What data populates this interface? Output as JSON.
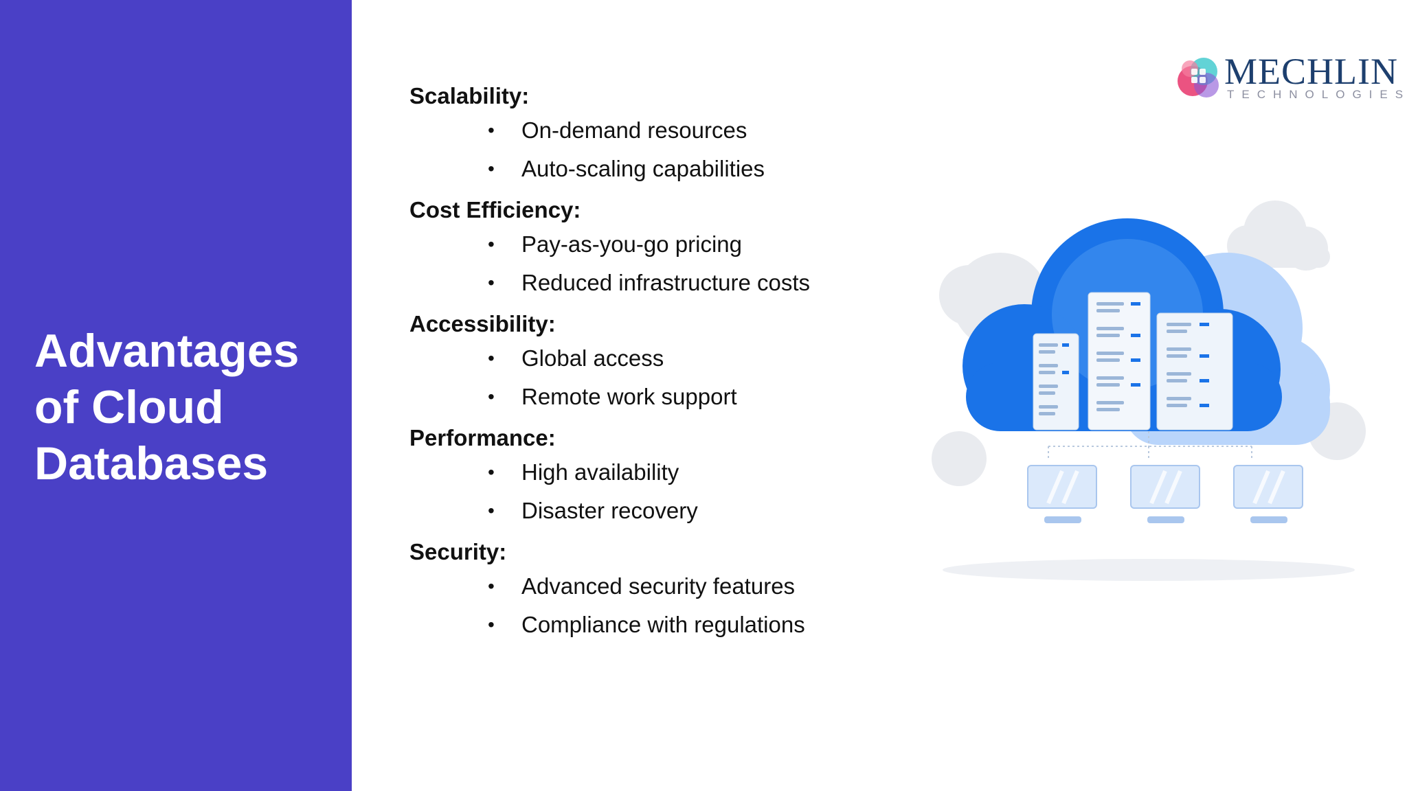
{
  "slide": {
    "title_lines": [
      "Advantages",
      "of Cloud",
      "Databases"
    ]
  },
  "logo": {
    "wordmark": "MECHLIN",
    "subtitle": "TECHNOLOGIES"
  },
  "sections": [
    {
      "heading": "Scalability:",
      "items": [
        "On-demand resources",
        "Auto-scaling capabilities"
      ]
    },
    {
      "heading": "Cost Efficiency:",
      "items": [
        "Pay-as-you-go pricing",
        "Reduced infrastructure costs"
      ]
    },
    {
      "heading": "Accessibility:",
      "items": [
        "Global access",
        "Remote work support"
      ]
    },
    {
      "heading": "Performance:",
      "items": [
        "High availability",
        "Disaster recovery"
      ]
    },
    {
      "heading": "Security:",
      "items": [
        "Advanced security features",
        "Compliance with regulations"
      ]
    }
  ],
  "bullet_glyph": "•",
  "colors": {
    "sidebar": "#4a40c6",
    "cloud_blue": "#1a73e8",
    "logo_text": "#1d3f6e"
  },
  "illustration_icon": "cloud-database-servers-icon"
}
